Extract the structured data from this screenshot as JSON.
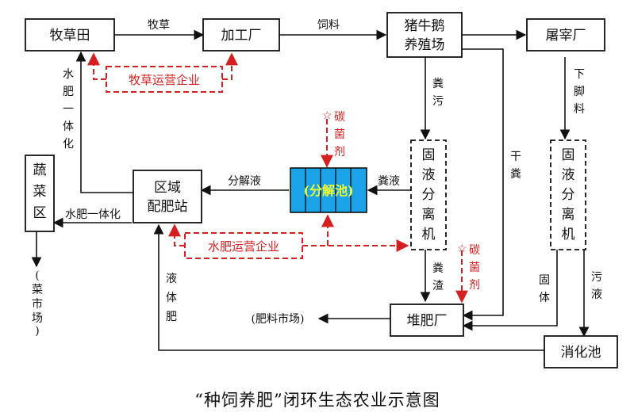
{
  "nodes": {
    "pasture": "牧草田",
    "processing": "加工厂",
    "farm": [
      "猪牛鹅",
      "养殖场"
    ],
    "slaughter": "屠宰厂",
    "vegetable": [
      "蔬",
      "菜",
      "区"
    ],
    "station": [
      "区域",
      "配肥站"
    ],
    "pool": "(分解池)",
    "sep1": [
      "固",
      "液",
      "分",
      "离",
      "机"
    ],
    "sep2": [
      "固",
      "液",
      "分",
      "离",
      "机"
    ],
    "compost": "堆肥厂",
    "digester": "消化池",
    "veg_market": [
      "(",
      "菜",
      "市",
      "场",
      ")"
    ],
    "fert_market": "(肥料市场)",
    "forage_co": "牧草运营企业",
    "water_co": "水肥运营企业"
  },
  "labels": {
    "forage": "牧草",
    "feed": "饲料",
    "manure": [
      "粪",
      "污"
    ],
    "offal": [
      "下",
      "脚",
      "料"
    ],
    "integration_v": [
      "水",
      "肥",
      "一",
      "体",
      "化"
    ],
    "integration_h": "水肥一体化",
    "decomp": "分解液",
    "slurry": "粪液",
    "dry": [
      "干",
      "粪"
    ],
    "residue": [
      "粪",
      "渣"
    ],
    "liquid_fert": [
      "液",
      "体",
      "肥"
    ],
    "solid": [
      "固",
      "体"
    ],
    "sewage": [
      "污",
      "液"
    ],
    "microbe1": [
      "碳",
      "菌",
      "剂"
    ],
    "microbe2": [
      "碳",
      "菌",
      "剂"
    ]
  },
  "caption": "“种饲养肥”闭环生态农业示意图",
  "colors": {
    "accent": "#d42020",
    "pool": "#1aa3e8",
    "pool_text": "#f2ff2a"
  }
}
